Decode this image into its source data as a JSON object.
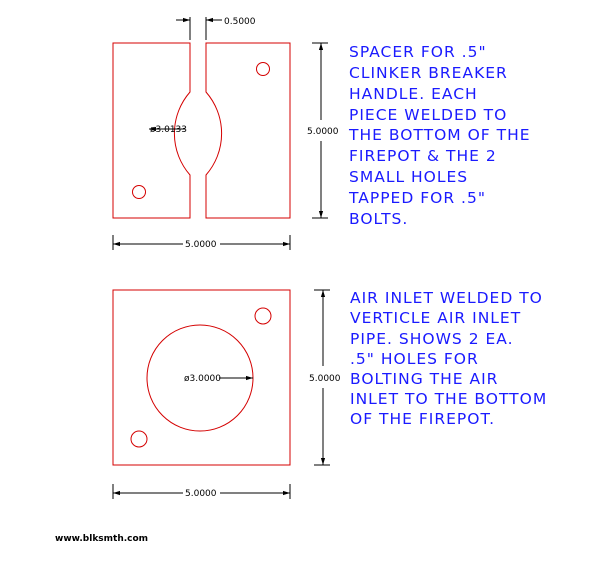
{
  "colors": {
    "outline": "#d40000",
    "dimension": "#000000",
    "note": "#1a1aff"
  },
  "spacer": {
    "slot_dim": "0.5000",
    "diameter_dim": "ø3.0133",
    "height_dim": "5.0000",
    "width_dim": "5.0000",
    "note_lines": [
      "SPACER FOR .5\"",
      "CLINKER BREAKER",
      "HANDLE.  EACH",
      "PIECE WELDED TO",
      "THE BOTTOM OF THE",
      "FIREPOT & THE 2",
      "SMALL HOLES",
      "TAPPED FOR .5\"",
      "BOLTS."
    ]
  },
  "air_inlet": {
    "diameter_dim": "ø3.0000",
    "height_dim": "5.0000",
    "width_dim": "5.0000",
    "note_lines": [
      "AIR INLET WELDED TO",
      "VERTICLE AIR INLET",
      "PIPE.  SHOWS 2 EA.",
      ".5\" HOLES FOR",
      "BOLTING THE AIR",
      "INLET TO THE BOTTOM",
      "OF THE FIREPOT."
    ]
  },
  "footer": {
    "url": "www.blksmth.com"
  }
}
